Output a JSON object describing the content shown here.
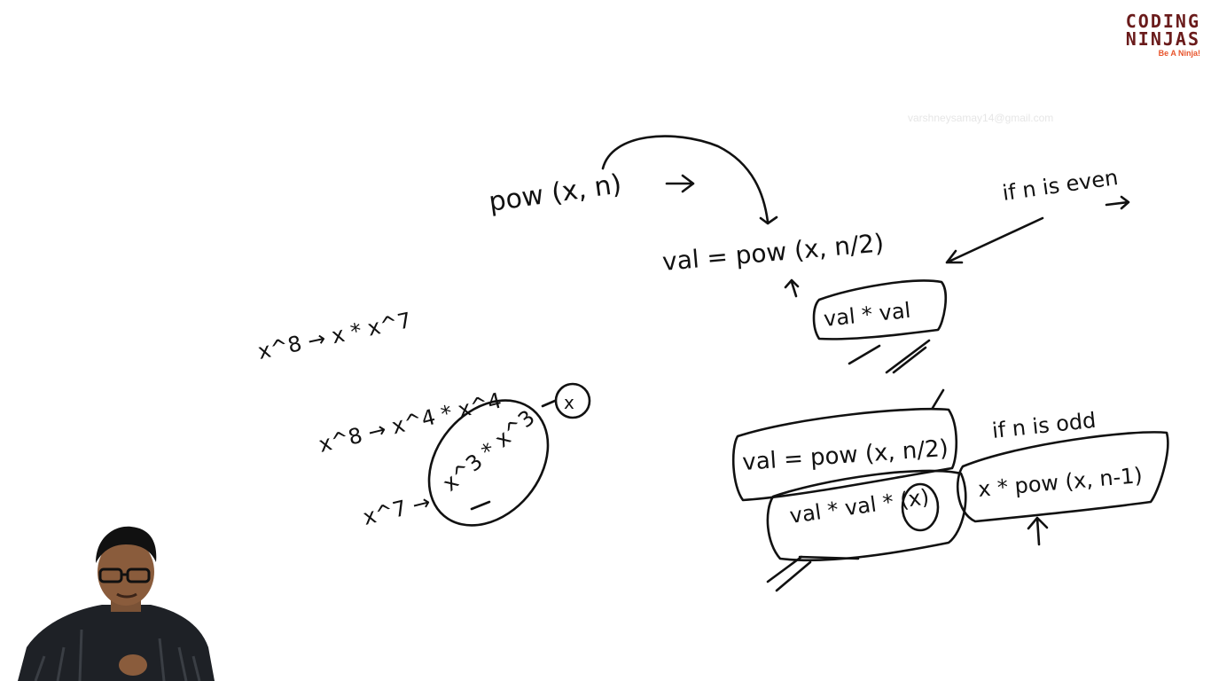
{
  "brand": {
    "logo_line1": "CODING",
    "logo_line2": "NINJAS",
    "tagline": "Be A Ninja!"
  },
  "watermark": "varshneysamay14@gmail.com",
  "whiteboard": {
    "notes": {
      "pow_call": "pow (x, n)",
      "val_assign": "val = pow (x, n/2)",
      "if_even": "if n is even",
      "val_times_val": "val * val",
      "x8_eq1": "x^8 → x * x^7",
      "x8_eq2": "x^8 → x^4 * x^4",
      "x7": "x^7 →",
      "x3_product": "x^3 * x^3",
      "x_circled": "x",
      "val_assign_odd": "val = pow (x, n/2)",
      "if_odd": "if n is odd",
      "x_pow_odd": "x * pow (x, n-1)",
      "val_val_x": "val * val * (x)"
    }
  },
  "presenter": {
    "description_icon": "presenter-webcam"
  },
  "colors": {
    "ink": "#111111",
    "brand_dark": "#6a1b1b",
    "brand_accent": "#e8542b",
    "background": "#ffffff"
  }
}
